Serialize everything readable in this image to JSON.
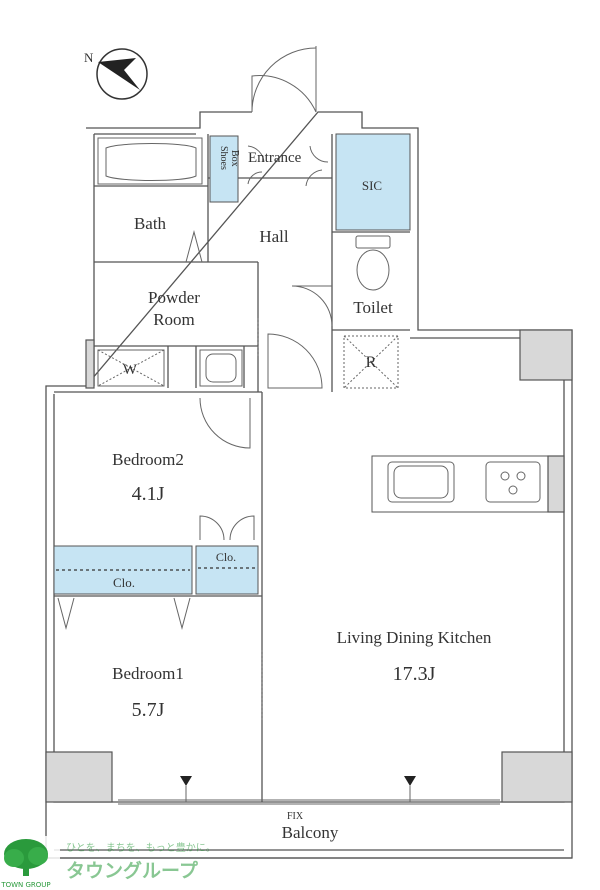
{
  "rooms": {
    "entrance": "Entrance",
    "shoes_box_line1": "Shoes",
    "shoes_box_line2": "Box",
    "sic": "SIC",
    "bath": "Bath",
    "hall": "Hall",
    "toilet": "Toilet",
    "powder_line1": "Powder",
    "powder_line2": "Room",
    "washer": "W",
    "refrigerator": "R",
    "bedroom2_name": "Bedroom2",
    "bedroom2_size": "4.1J",
    "closet_small": "Clo.",
    "closet_large": "Clo.",
    "bedroom1_name": "Bedroom1",
    "bedroom1_size": "5.7J",
    "ldk_name": "Living Dining Kitchen",
    "ldk_size": "17.3J",
    "fix_window": "FIX",
    "balcony": "Balcony"
  },
  "compass": {
    "north_label": "N"
  },
  "logo": {
    "tagline": "ひとを、まちを、もっと豊かに。",
    "brand": "タウングループ",
    "group": "TOWN GROUP"
  },
  "colors": {
    "storage_fill": "#c6e4f3",
    "wall_fill": "#d8d8d8",
    "logo_green": "#2a9a3c"
  }
}
